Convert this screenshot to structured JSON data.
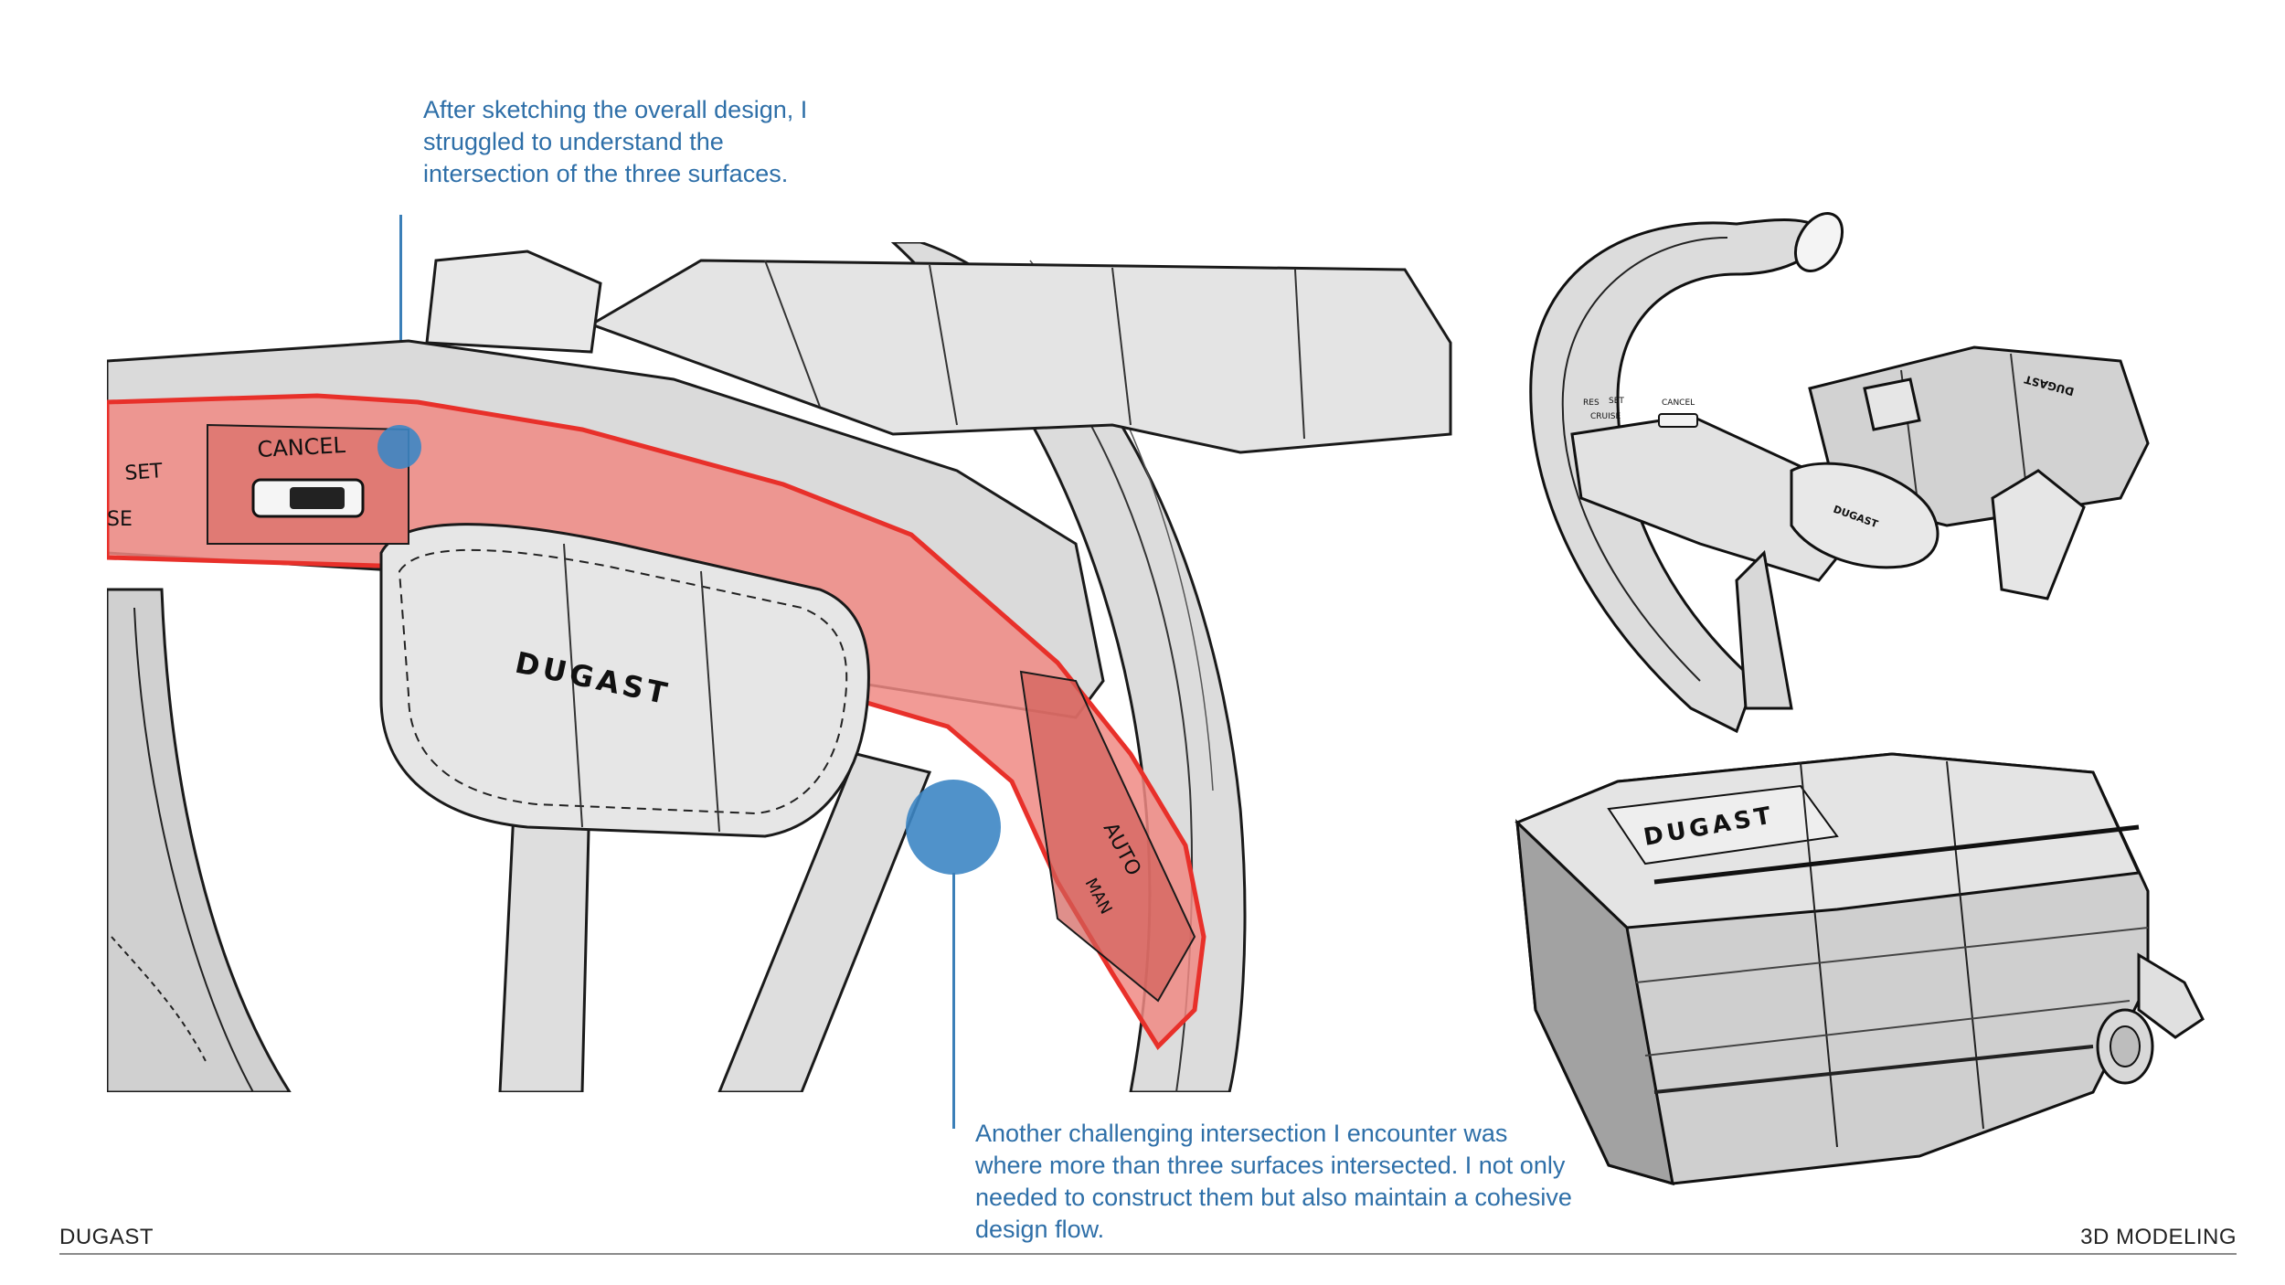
{
  "annotations": {
    "top": "After sketching the overall design, I struggled to understand the intersection of the three surfaces.",
    "bottom": "Another challenging intersection I encounter was where more than three surfaces intersected. I not only needed to construct them but also maintain a cohesive design flow."
  },
  "main_render": {
    "labels": {
      "cancel": "CANCEL",
      "set": "SET",
      "se": "SE",
      "brand": "DUGAST",
      "auto": "AUTO",
      "man": "MAN"
    }
  },
  "wheel_render": {
    "labels": {
      "cancel": "CANCEL",
      "set": "SET",
      "cruise": "CRUISE",
      "res": "RES",
      "brand": "DUGAST",
      "brand_back": "DUGAST"
    }
  },
  "module_render": {
    "labels": {
      "brand": "DUGAST"
    }
  },
  "footer": {
    "left": "DUGAST",
    "right": "3D MODELING"
  },
  "colors": {
    "highlight": "#e8302a",
    "highlight_fill": "#f08a84",
    "marker": "#3d86c4",
    "annotation_text": "#2e6fa8",
    "wireframe": "#1a1a1a",
    "surface": "#d9d9d9"
  }
}
